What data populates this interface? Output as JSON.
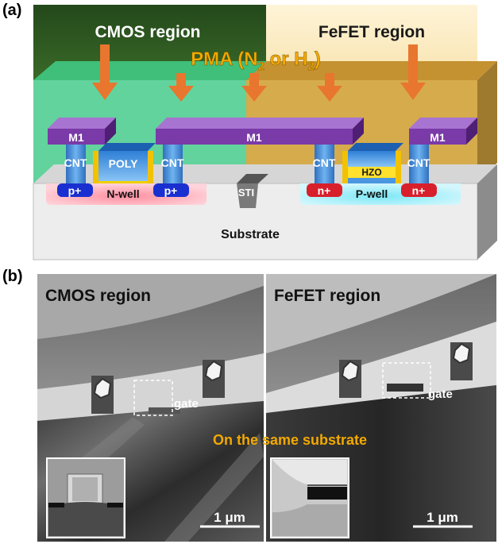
{
  "panel_a": {
    "label": "(a)",
    "cmos_region": "CMOS region",
    "fefet_region": "FeFET region",
    "pma_prefix": "PMA (N",
    "pma_sub1": "2",
    "pma_mid": " or H",
    "pma_sub2": "2",
    "pma_suffix": ")",
    "m1": "M1",
    "cnt": "CNT",
    "poly": "POLY",
    "hzo": "HZO",
    "p_plus": "p+",
    "n_plus": "n+",
    "n_well": "N-well",
    "p_well": "P-well",
    "sti": "STI",
    "substrate": "Substrate",
    "colors": {
      "cmos_top": "#2e5a20",
      "cmos_body": "#5fd19a",
      "fefet_top": "#fdeec9",
      "fefet_body": "#d3a94a",
      "metal": "#7a3aa8",
      "cnt": "#4a90d9",
      "arrow": "#e8762e",
      "pma_text": "#f2a900"
    }
  },
  "panel_b": {
    "label": "(b)",
    "cmos_region": "CMOS region",
    "fefet_region": "FeFET region",
    "gate_left": "gate",
    "gate_right": "gate",
    "same_substrate": "On the same substrate",
    "scale_left": "1 μm",
    "scale_right": "1 μm"
  }
}
